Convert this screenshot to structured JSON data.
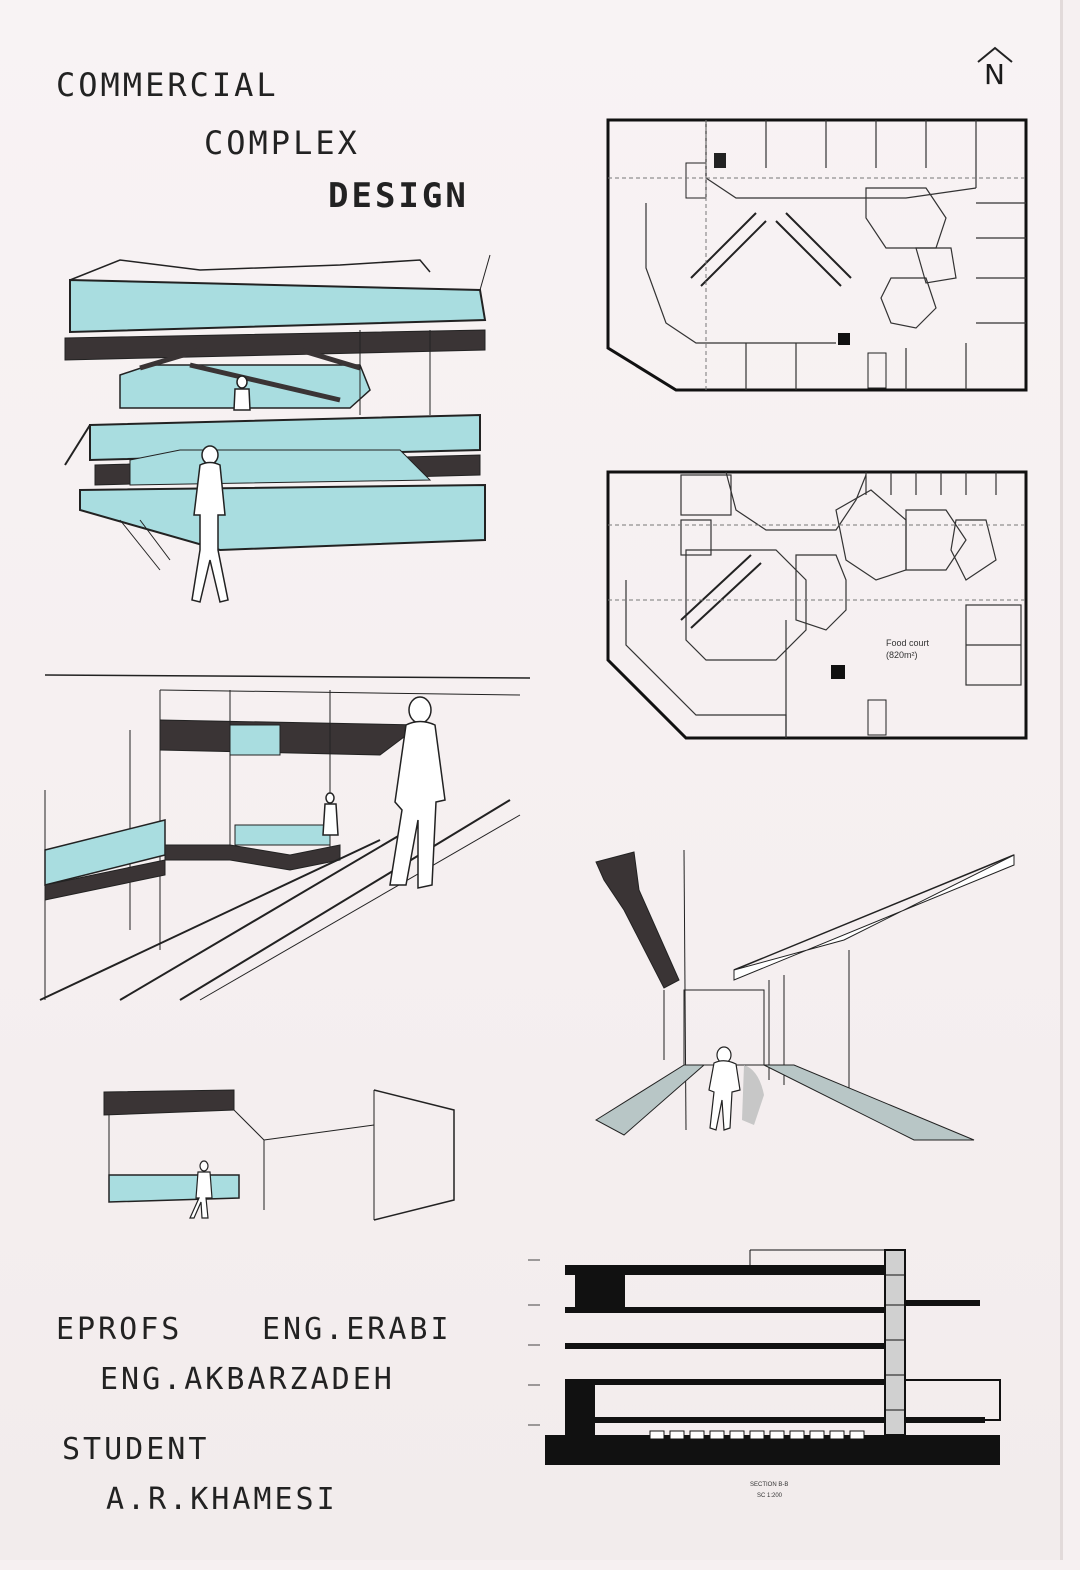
{
  "title": {
    "line1": "COMMERCIAL",
    "line2": "COMPLEX",
    "line3": "DESIGN"
  },
  "north_arrow": {
    "label": "N",
    "icon": "north-arrow-icon"
  },
  "credits": {
    "profs_label": "EPROFS",
    "prof1": "ENG.ERABI",
    "prof2": "ENG.AKBARZADEH",
    "student_label": "STUDENT",
    "student": "A.R.KHAMESI"
  },
  "plans": {
    "food_court": "Food court",
    "food_court_area": "(820m²)",
    "section_label": "SECTION B-B",
    "section_scale": "SC 1:200"
  },
  "colors": {
    "paper": "#f6f0f1",
    "ink": "#1a1a1a",
    "accent_blue": "#a9dde0",
    "dark_band": "#3a3435"
  }
}
